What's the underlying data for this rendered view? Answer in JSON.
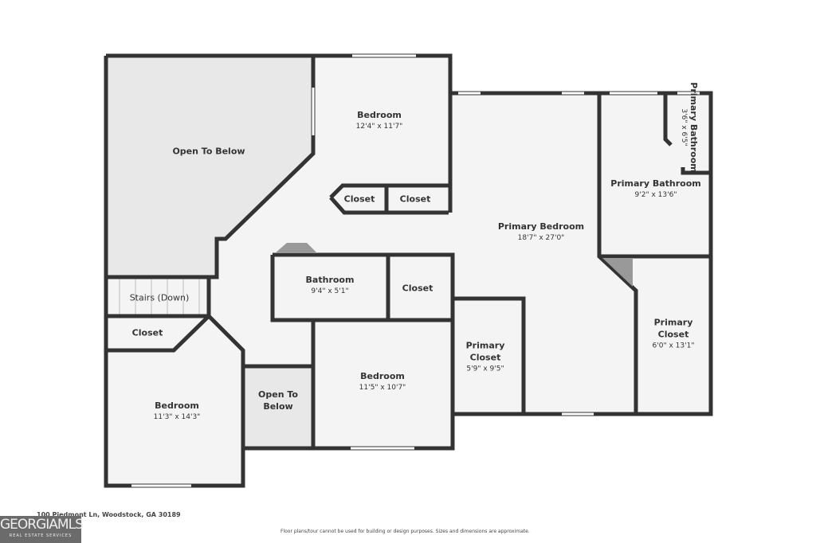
{
  "rooms": {
    "open_below_1": {
      "name": "Open To Below"
    },
    "bedroom_1": {
      "name": "Bedroom",
      "dim": "12'4\" x 11'7\""
    },
    "closet_1": {
      "name": "Closet"
    },
    "closet_2": {
      "name": "Closet"
    },
    "primary_bedroom": {
      "name": "Primary Bedroom",
      "dim": "18'7\" x 27'0\""
    },
    "primary_bathroom": {
      "name": "Primary Bathroom",
      "dim": "9'2\" x 13'6\""
    },
    "primary_bathroom_small": {
      "name": "Primary Bathroom",
      "dim": "3'6\" x 6'5\""
    },
    "stairs": {
      "name": "Stairs (Down)"
    },
    "bathroom": {
      "name": "Bathroom",
      "dim": "9'4\" x 5'1\""
    },
    "closet_3": {
      "name": "Closet"
    },
    "closet_4": {
      "name": "Closet"
    },
    "primary_closet_1": {
      "name": "Primary Closet",
      "dim": "5'9\" x 9'5\""
    },
    "primary_closet_2": {
      "name": "Primary Closet",
      "dim": "6'0\" x 13'1\""
    },
    "bedroom_2": {
      "name": "Bedroom",
      "dim": "11'5\" x 10'7\""
    },
    "bedroom_3": {
      "name": "Bedroom",
      "dim": "11'3\" x 14'3\""
    },
    "open_below_2": {
      "name": "Open To Below"
    }
  },
  "footer": {
    "address": "100 Piedmont Ln, Woodstock, GA 30189",
    "disclaimer": "Floor plans/tour cannot be used for building or design purposes. Sizes and dimensions are approximate.",
    "logo": "GEORGIAMLS",
    "logo_sub": "REAL ESTATE SERVICES"
  },
  "colors": {
    "wall": "#333333",
    "floor": "#f4f4f4",
    "open": "#e8e8e8"
  }
}
